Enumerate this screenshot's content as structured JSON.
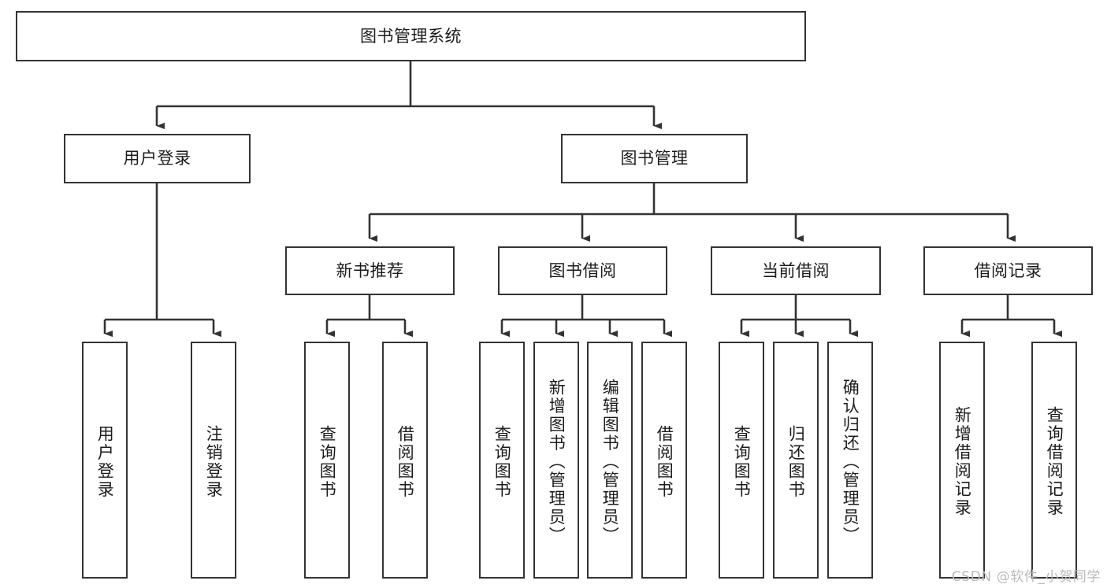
{
  "diagram": {
    "title": "图书管理系统",
    "type": "tree-hierarchy",
    "root": {
      "id": "root",
      "label": "图书管理系统"
    },
    "level2": [
      {
        "id": "user-login",
        "label": "用户登录"
      },
      {
        "id": "book-manage",
        "label": "图书管理"
      }
    ],
    "level3": [
      {
        "id": "new-book-recommend",
        "label": "新书推荐",
        "parent": "book-manage"
      },
      {
        "id": "book-borrow",
        "label": "图书借阅",
        "parent": "book-manage"
      },
      {
        "id": "current-borrow",
        "label": "当前借阅",
        "parent": "book-manage"
      },
      {
        "id": "borrow-record",
        "label": "借阅记录",
        "parent": "book-manage"
      }
    ],
    "leaves": [
      {
        "id": "leaf-user-login",
        "label": "用户登录",
        "parent": "user-login"
      },
      {
        "id": "leaf-user-logout",
        "label": "注销登录",
        "parent": "user-login"
      },
      {
        "id": "leaf-query-book-1",
        "label": "查询图书",
        "parent": "new-book-recommend"
      },
      {
        "id": "leaf-borrow-book-1",
        "label": "借阅图书",
        "parent": "new-book-recommend"
      },
      {
        "id": "leaf-query-book-2",
        "label": "查询图书",
        "parent": "book-borrow"
      },
      {
        "id": "leaf-add-book",
        "label": "新增图书（管理员）",
        "parent": "book-borrow"
      },
      {
        "id": "leaf-edit-book",
        "label": "编辑图书（管理员）",
        "parent": "book-borrow"
      },
      {
        "id": "leaf-borrow-book-2",
        "label": "借阅图书",
        "parent": "book-borrow"
      },
      {
        "id": "leaf-query-book-3",
        "label": "查询图书",
        "parent": "current-borrow"
      },
      {
        "id": "leaf-return-book",
        "label": "归还图书",
        "parent": "current-borrow"
      },
      {
        "id": "leaf-confirm-return",
        "label": "确认归还（管理员）",
        "parent": "current-borrow"
      },
      {
        "id": "leaf-add-record",
        "label": "新增借阅记录",
        "parent": "borrow-record"
      },
      {
        "id": "leaf-query-record",
        "label": "查询借阅记录",
        "parent": "borrow-record"
      }
    ]
  },
  "watermark": {
    "text": "CSDN @软件_小贺同学"
  },
  "colors": {
    "stroke": "#333333",
    "background": "#ffffff",
    "text": "#1c1c1c",
    "watermark": "#b9b9b9"
  }
}
